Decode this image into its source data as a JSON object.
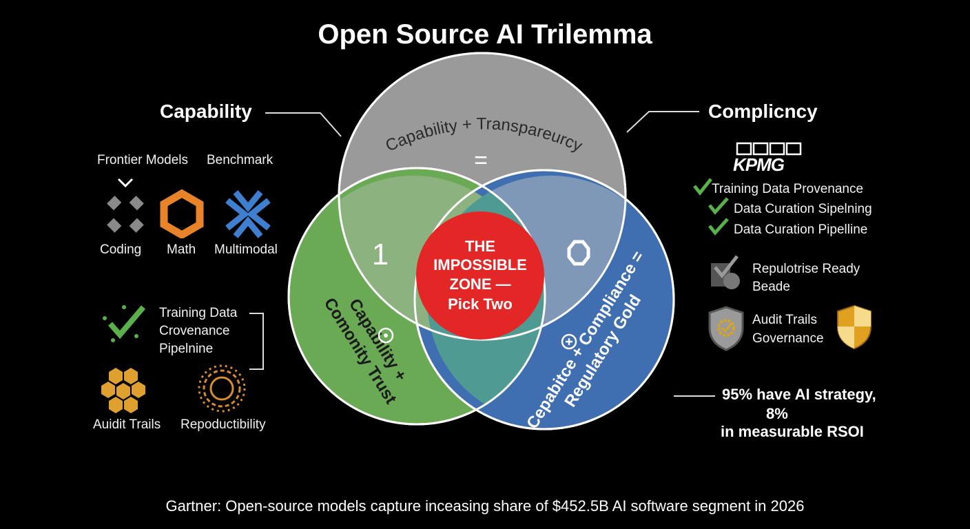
{
  "title": "Open Source AI Trilemma",
  "left": {
    "heading": "Capability",
    "top_labels": [
      "Frontier Models",
      "Benchmark"
    ],
    "icons": [
      {
        "label": "Coding",
        "icon": "coding-icon",
        "color": "#8a8a8a"
      },
      {
        "label": "Math",
        "icon": "math-icon",
        "color": "#e8832a"
      },
      {
        "label": "Multimodal",
        "icon": "multimodal-icon",
        "color": "#3f7fd0"
      }
    ],
    "training_lines": [
      "Training Data",
      "Crovenance",
      "Pipelnine"
    ],
    "bottom_icons": [
      {
        "label": "Auidit Trails",
        "icon": "honeycomb-icon",
        "color": "#e0a030"
      },
      {
        "label": "Repoductibility",
        "icon": "gear-ring-icon",
        "color": "#d98c30"
      }
    ]
  },
  "right": {
    "heading": "Complicncy",
    "logo": "KPMG",
    "checks": [
      "Training Data Provenance",
      "Data Curation Sipelning",
      "Data Curation Pipelline"
    ],
    "ready_lines": [
      "Repulotrise Ready",
      "Beade"
    ],
    "audit_lines": [
      "Audit Trails",
      "Governance"
    ],
    "stat_line1": "95% have AI strategy,",
    "stat_line2": "8%",
    "stat_line3": "in measurable RSOI"
  },
  "venn": {
    "top_label": "Capability + Transpareurcy",
    "top_symbol": "=",
    "left_overlap_symbol": "1",
    "left_label_line1": "Capability +",
    "left_label_line2": "Comonity Trust",
    "right_label_line1": "Cepabitce + Compliance =",
    "right_label_line2": "Regulatory Gold",
    "center_lines": [
      "THE",
      "IMPOSSIBLE",
      "ZONE —",
      "Pick Two"
    ],
    "colors": {
      "top": "#9a9a9a",
      "left": "#6aaa55",
      "right": "#3f6fb0",
      "center": "#e32727"
    }
  },
  "footer": "Gartner: Open-source models capture inceasing share of $452.5B AI software segment in 2026"
}
